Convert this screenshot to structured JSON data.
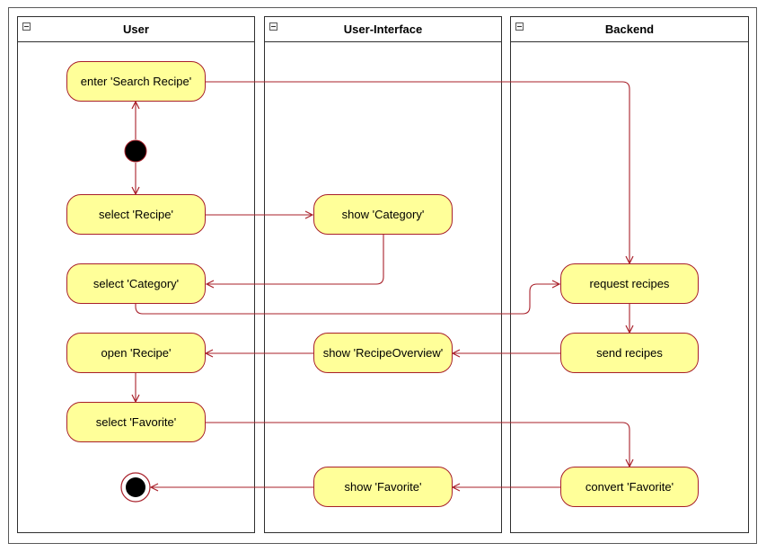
{
  "lanes": [
    {
      "id": "user",
      "title": "User"
    },
    {
      "id": "ui",
      "title": "User-Interface"
    },
    {
      "id": "backend",
      "title": "Backend"
    }
  ],
  "activities": {
    "enter_search_recipe": "enter 'Search Recipe'",
    "select_recipe": "select 'Recipe'",
    "select_category": "select 'Category'",
    "open_recipe": "open 'Recipe'",
    "select_favorite": "select 'Favorite'",
    "show_category": "show 'Category'",
    "show_recipe_overview": "show 'RecipeOverview'",
    "show_favorite": "show 'Favorite'",
    "request_recipes": "request recipes",
    "send_recipes": "send recipes",
    "convert_favorite": "convert 'Favorite'"
  },
  "flows": [
    {
      "from": "start",
      "to": "enter_search_recipe"
    },
    {
      "from": "start",
      "to": "select_recipe"
    },
    {
      "from": "enter_search_recipe",
      "to": "request_recipes"
    },
    {
      "from": "select_recipe",
      "to": "show_category"
    },
    {
      "from": "show_category",
      "to": "select_category"
    },
    {
      "from": "select_category",
      "to": "request_recipes"
    },
    {
      "from": "request_recipes",
      "to": "send_recipes"
    },
    {
      "from": "send_recipes",
      "to": "show_recipe_overview"
    },
    {
      "from": "show_recipe_overview",
      "to": "open_recipe"
    },
    {
      "from": "open_recipe",
      "to": "select_favorite"
    },
    {
      "from": "select_favorite",
      "to": "convert_favorite"
    },
    {
      "from": "convert_favorite",
      "to": "show_favorite"
    },
    {
      "from": "show_favorite",
      "to": "end"
    }
  ],
  "colors": {
    "node_fill": "#ffff99",
    "node_border": "#a8202a",
    "edge": "#a8202a",
    "lane_border": "#2f2f2f"
  }
}
